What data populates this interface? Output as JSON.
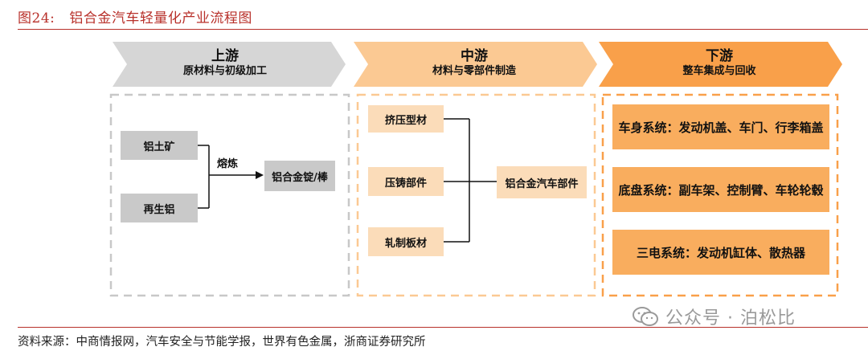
{
  "figure": {
    "number": "图24:",
    "title": "铝合金汽车轻量化产业流程图"
  },
  "stages": {
    "upstream": {
      "title": "上游",
      "subtitle": "原材料与初级加工"
    },
    "midstream": {
      "title": "中游",
      "subtitle": "材料与零部件制造"
    },
    "downstream": {
      "title": "下游",
      "subtitle": "整车集成与回收"
    }
  },
  "upstream_nodes": {
    "bauxite": "铝土矿",
    "recycled": "再生铝",
    "process_label": "熔炼",
    "output": "铝合金锭/棒"
  },
  "midstream_nodes": {
    "extrusion": "挤压型材",
    "casting": "压铸部件",
    "rolling": "轧制板材",
    "output": "铝合金汽车部件"
  },
  "downstream_systems": [
    "车身系统：发动机盖、车门、行李箱盖",
    "底盘系统：副车架、控制臂、车轮轮毂",
    "三电系统：发动机缸体、散热器"
  ],
  "source": "资料来源：中商情报网，汽车安全与节能学报，世界有色金属，浙商证券研究所",
  "watermark": "公众号 · 泊松比",
  "colors": {
    "title_red": "#b8302a",
    "upstream_chevron": "#d6d6d6",
    "midstream_chevron": "#fbc993",
    "downstream_chevron": "#f9a04a",
    "gray_box": "#c9c9c9",
    "peach_box": "#fbdcb9",
    "orange_box": "#f9ad5e"
  }
}
